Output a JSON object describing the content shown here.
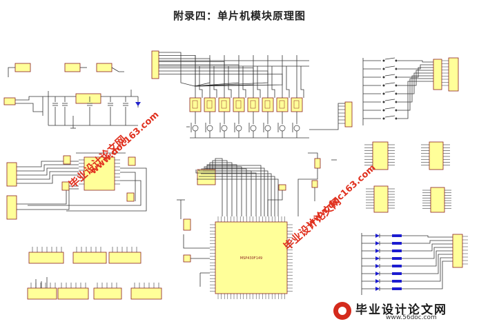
{
  "page": {
    "title": "附录四：单片机模块原理图"
  },
  "watermark": {
    "text": "毕业设计论文网",
    "url": "www.doc163.com"
  },
  "footer": {
    "brand": "毕业设计论文网",
    "url": "www.56doc.com"
  },
  "schematic": {
    "mcu_label": "MSP430F149",
    "display_digits": 8,
    "led_count": 8,
    "colors": {
      "line": "#333333",
      "part_fill": "#ffff99",
      "part_stroke": "#8a1f1f",
      "led": "#1b1bd0",
      "watermark": "#e0301e"
    }
  }
}
